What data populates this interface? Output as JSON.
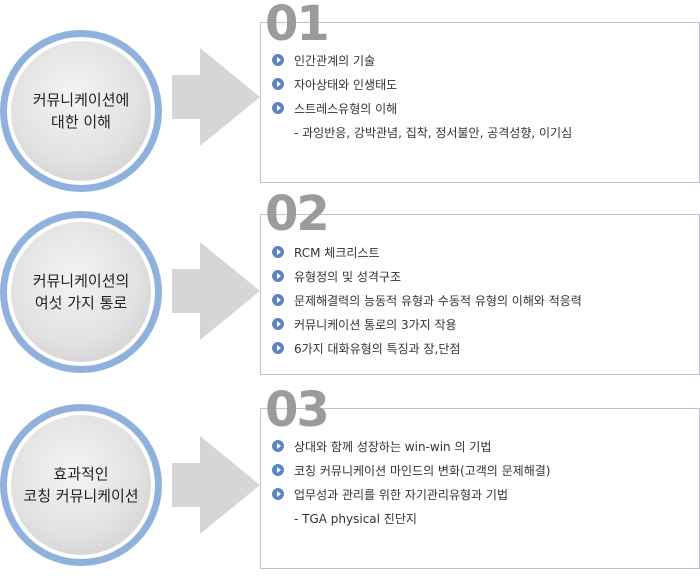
{
  "sections": [
    {
      "number": "01",
      "title_line1": "커뮤니케이션에",
      "title_line2": "대한 이해",
      "items": [
        "인간관계의 기술",
        "자아상태와 인생태도",
        "스트레스유형의 이해"
      ],
      "sub": "- 과잉반응, 강박관념, 집착, 정서불안, 공격성향, 이기심"
    },
    {
      "number": "02",
      "title_line1": "커뮤니케이션의",
      "title_line2": "여섯 가지 통로",
      "items": [
        "RCM 체크리스트",
        "유형정의 및 성격구조",
        "문제해결력의 능동적 유형과 수동적 유형의 이해와 적응력",
        "커뮤니케이션 통로의 3가지 작용",
        "6가지 대화유형의 특징과 장,단점"
      ]
    },
    {
      "number": "03",
      "title_line1": "효과적인",
      "title_line2": "코칭 커뮤니케이션",
      "items": [
        "상대와 함께 성장하는 win-win 의 기법",
        "코칭 커뮤니케이션 마인드의 변화(고객의 문제해결)",
        "업무성과 관리를 위한 자기관리유형과 기법"
      ],
      "sub": "- TGA physical 진단지"
    }
  ],
  "colors": {
    "ring": "#8fb1db",
    "bullet": "#5b84c4",
    "number": "#9b9b9b",
    "box_border": "#b8c3d3"
  }
}
